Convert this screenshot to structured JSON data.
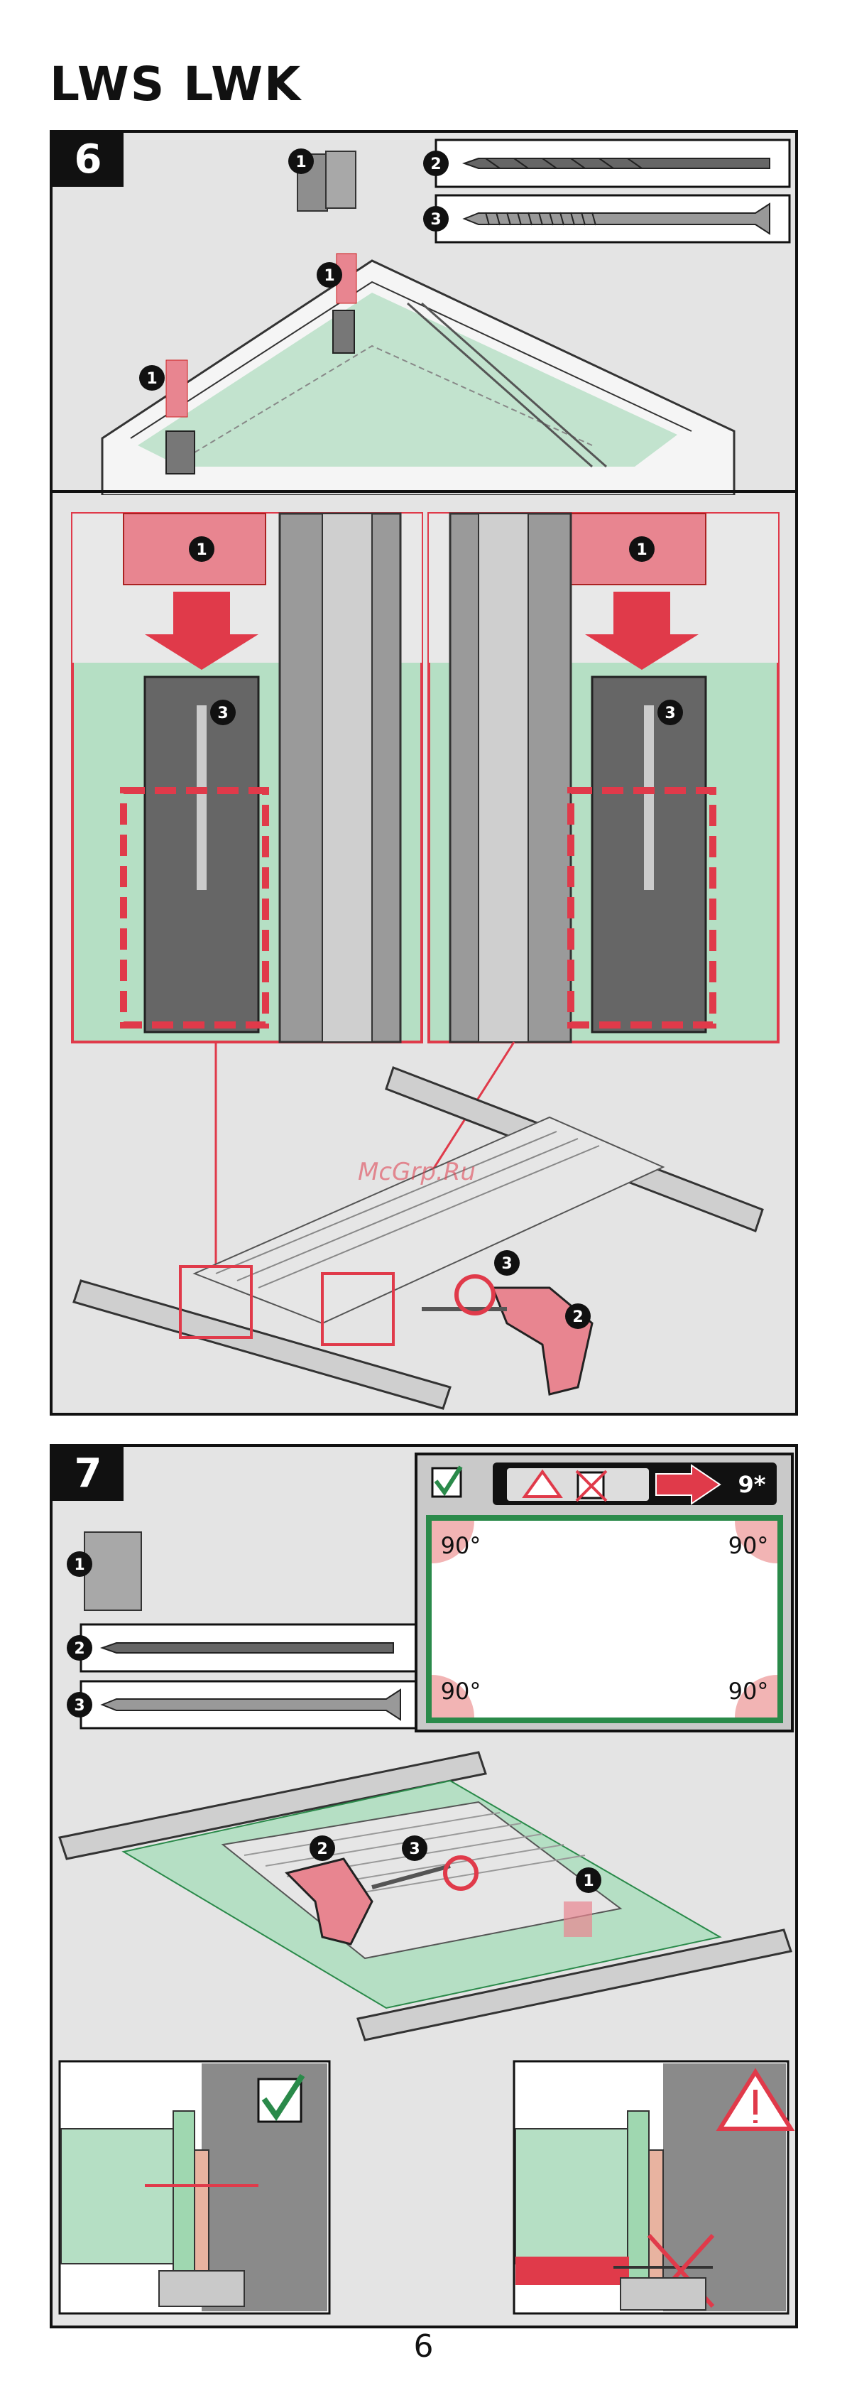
{
  "header": {
    "title": "LWS  LWK"
  },
  "step6": {
    "number": "6",
    "callouts": {
      "c1": "1",
      "c2": "2",
      "c3": "3"
    }
  },
  "step7": {
    "number": "7",
    "callouts": {
      "c1": "1",
      "c2": "2",
      "c3": "3"
    },
    "goto_step": "9*",
    "angles": [
      "90°",
      "90°",
      "90°",
      "90°"
    ]
  },
  "watermark": "McGrp.Ru",
  "footer": {
    "page_number": "6"
  },
  "colors": {
    "accent_red": "#e03a4a",
    "green_panel": "#b5dfc4",
    "grey_panel": "#e4e4e4"
  },
  "icons": [
    "check-icon",
    "warning-icon",
    "cross-out-icon",
    "arrow-right-icon",
    "drill-icon",
    "screw-icon",
    "drill-bit-icon"
  ]
}
